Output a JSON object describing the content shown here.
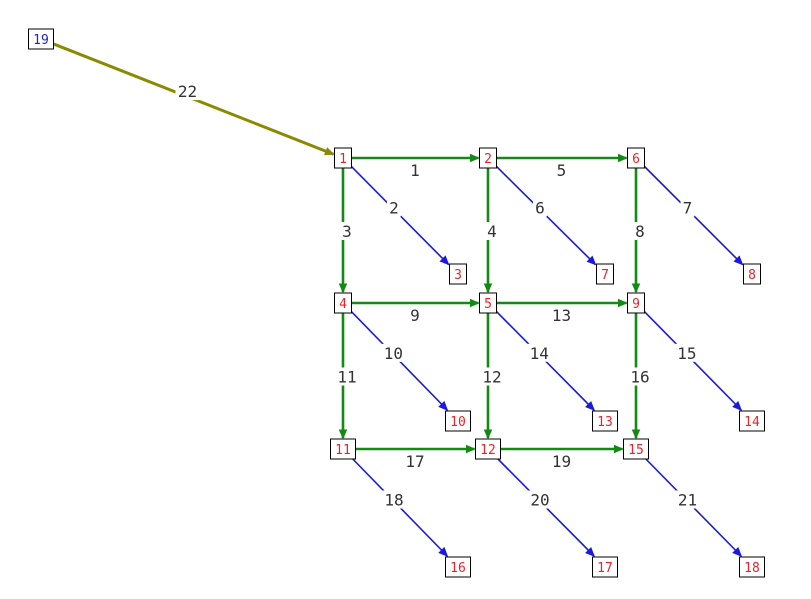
{
  "colors": {
    "node_label_default": "#e8232a",
    "node_label_source": "#2222cc",
    "edge_green": "#138a13",
    "edge_blue": "#1a1adf",
    "edge_olive": "#8a8a00",
    "edge_label_text": "#333333"
  },
  "nodes": [
    {
      "id": "1",
      "label": "1"
    },
    {
      "id": "2",
      "label": "2"
    },
    {
      "id": "3",
      "label": "3"
    },
    {
      "id": "4",
      "label": "4"
    },
    {
      "id": "5",
      "label": "5"
    },
    {
      "id": "6",
      "label": "6"
    },
    {
      "id": "7",
      "label": "7"
    },
    {
      "id": "8",
      "label": "8"
    },
    {
      "id": "9",
      "label": "9"
    },
    {
      "id": "10",
      "label": "10"
    },
    {
      "id": "11",
      "label": "11"
    },
    {
      "id": "12",
      "label": "12"
    },
    {
      "id": "13",
      "label": "13"
    },
    {
      "id": "14",
      "label": "14"
    },
    {
      "id": "15",
      "label": "15"
    },
    {
      "id": "16",
      "label": "16"
    },
    {
      "id": "17",
      "label": "17"
    },
    {
      "id": "18",
      "label": "18"
    },
    {
      "id": "19",
      "label": "19",
      "kind": "source"
    }
  ],
  "edges": [
    {
      "label": "1",
      "from": "1",
      "to": "2",
      "kind": "green"
    },
    {
      "label": "2",
      "from": "1",
      "to": "3",
      "kind": "blue"
    },
    {
      "label": "3",
      "from": "1",
      "to": "4",
      "kind": "green"
    },
    {
      "label": "4",
      "from": "2",
      "to": "5",
      "kind": "green"
    },
    {
      "label": "5",
      "from": "2",
      "to": "6",
      "kind": "green"
    },
    {
      "label": "6",
      "from": "2",
      "to": "7",
      "kind": "blue"
    },
    {
      "label": "7",
      "from": "6",
      "to": "8",
      "kind": "blue"
    },
    {
      "label": "8",
      "from": "6",
      "to": "9",
      "kind": "green"
    },
    {
      "label": "9",
      "from": "4",
      "to": "5",
      "kind": "green"
    },
    {
      "label": "10",
      "from": "4",
      "to": "10",
      "kind": "blue"
    },
    {
      "label": "11",
      "from": "4",
      "to": "11",
      "kind": "green"
    },
    {
      "label": "12",
      "from": "5",
      "to": "12",
      "kind": "green"
    },
    {
      "label": "13",
      "from": "5",
      "to": "9",
      "kind": "green"
    },
    {
      "label": "14",
      "from": "5",
      "to": "13",
      "kind": "blue"
    },
    {
      "label": "15",
      "from": "9",
      "to": "14",
      "kind": "blue"
    },
    {
      "label": "16",
      "from": "9",
      "to": "15",
      "kind": "green"
    },
    {
      "label": "17",
      "from": "11",
      "to": "12",
      "kind": "green"
    },
    {
      "label": "18",
      "from": "11",
      "to": "16",
      "kind": "blue"
    },
    {
      "label": "19",
      "from": "12",
      "to": "15",
      "kind": "green"
    },
    {
      "label": "20",
      "from": "12",
      "to": "17",
      "kind": "blue"
    },
    {
      "label": "21",
      "from": "15",
      "to": "18",
      "kind": "blue"
    },
    {
      "label": "22",
      "from": "19",
      "to": "1",
      "kind": "olive"
    }
  ]
}
